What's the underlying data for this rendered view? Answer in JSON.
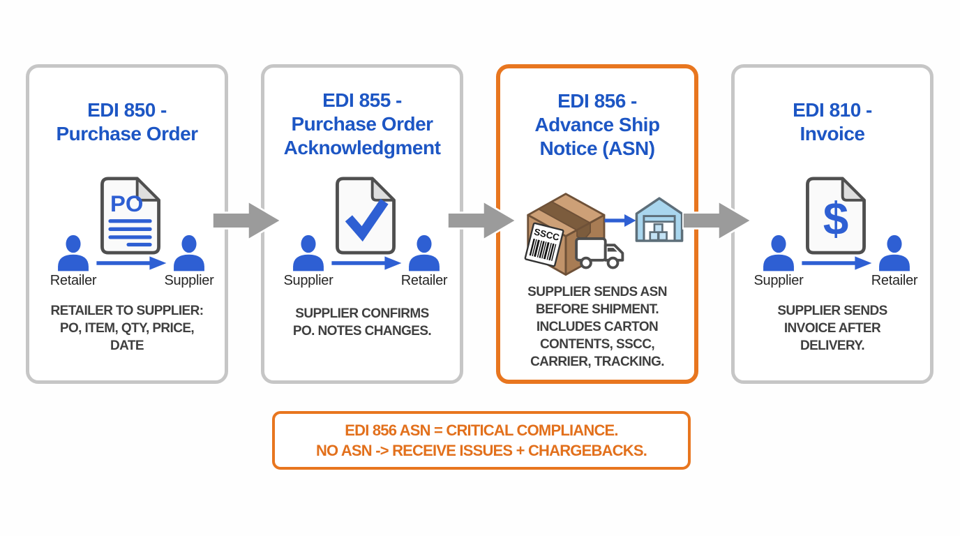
{
  "colors": {
    "title_blue": "#1d56c4",
    "icon_blue": "#2e5fd3",
    "card_border_gray": "#c6c6c6",
    "highlight_orange": "#e8761f",
    "flow_arrow_gray": "#9b9b9b",
    "body_text": "#3f3f3f",
    "box_brown": "#c1936a",
    "warehouse_blue": "#a9d6ee"
  },
  "cards": [
    {
      "title": "EDI 850 -\nPurchase Order",
      "doc_label": "PO",
      "from_label": "Retailer",
      "to_label": "Supplier",
      "description": "RETAILER TO SUPPLIER:\nPO, ITEM, QTY, PRICE,\nDATE"
    },
    {
      "title": "EDI 855 -\nPurchase Order\nAcknowledgment",
      "from_label": "Supplier",
      "to_label": "Retailer",
      "description": "SUPPLIER CONFIRMS\nPO. NOTES CHANGES."
    },
    {
      "title": "EDI 856 -\nAdvance Ship\nNotice (ASN)",
      "box_label": "SSCC",
      "description": "SUPPLIER SENDS ASN\nBEFORE SHIPMENT.\nINCLUDES CARTON\nCONTENTS, SSCC,\nCARRIER, TRACKING."
    },
    {
      "title": "EDI 810 -\nInvoice",
      "doc_label": "$",
      "from_label": "Supplier",
      "to_label": "Retailer",
      "description": "SUPPLIER SENDS\nINVOICE AFTER\nDELIVERY."
    }
  ],
  "callout": {
    "line1": "EDI 856 ASN = CRITICAL COMPLIANCE.",
    "line2": "NO ASN -> RECEIVE ISSUES + CHARGEBACKS."
  }
}
